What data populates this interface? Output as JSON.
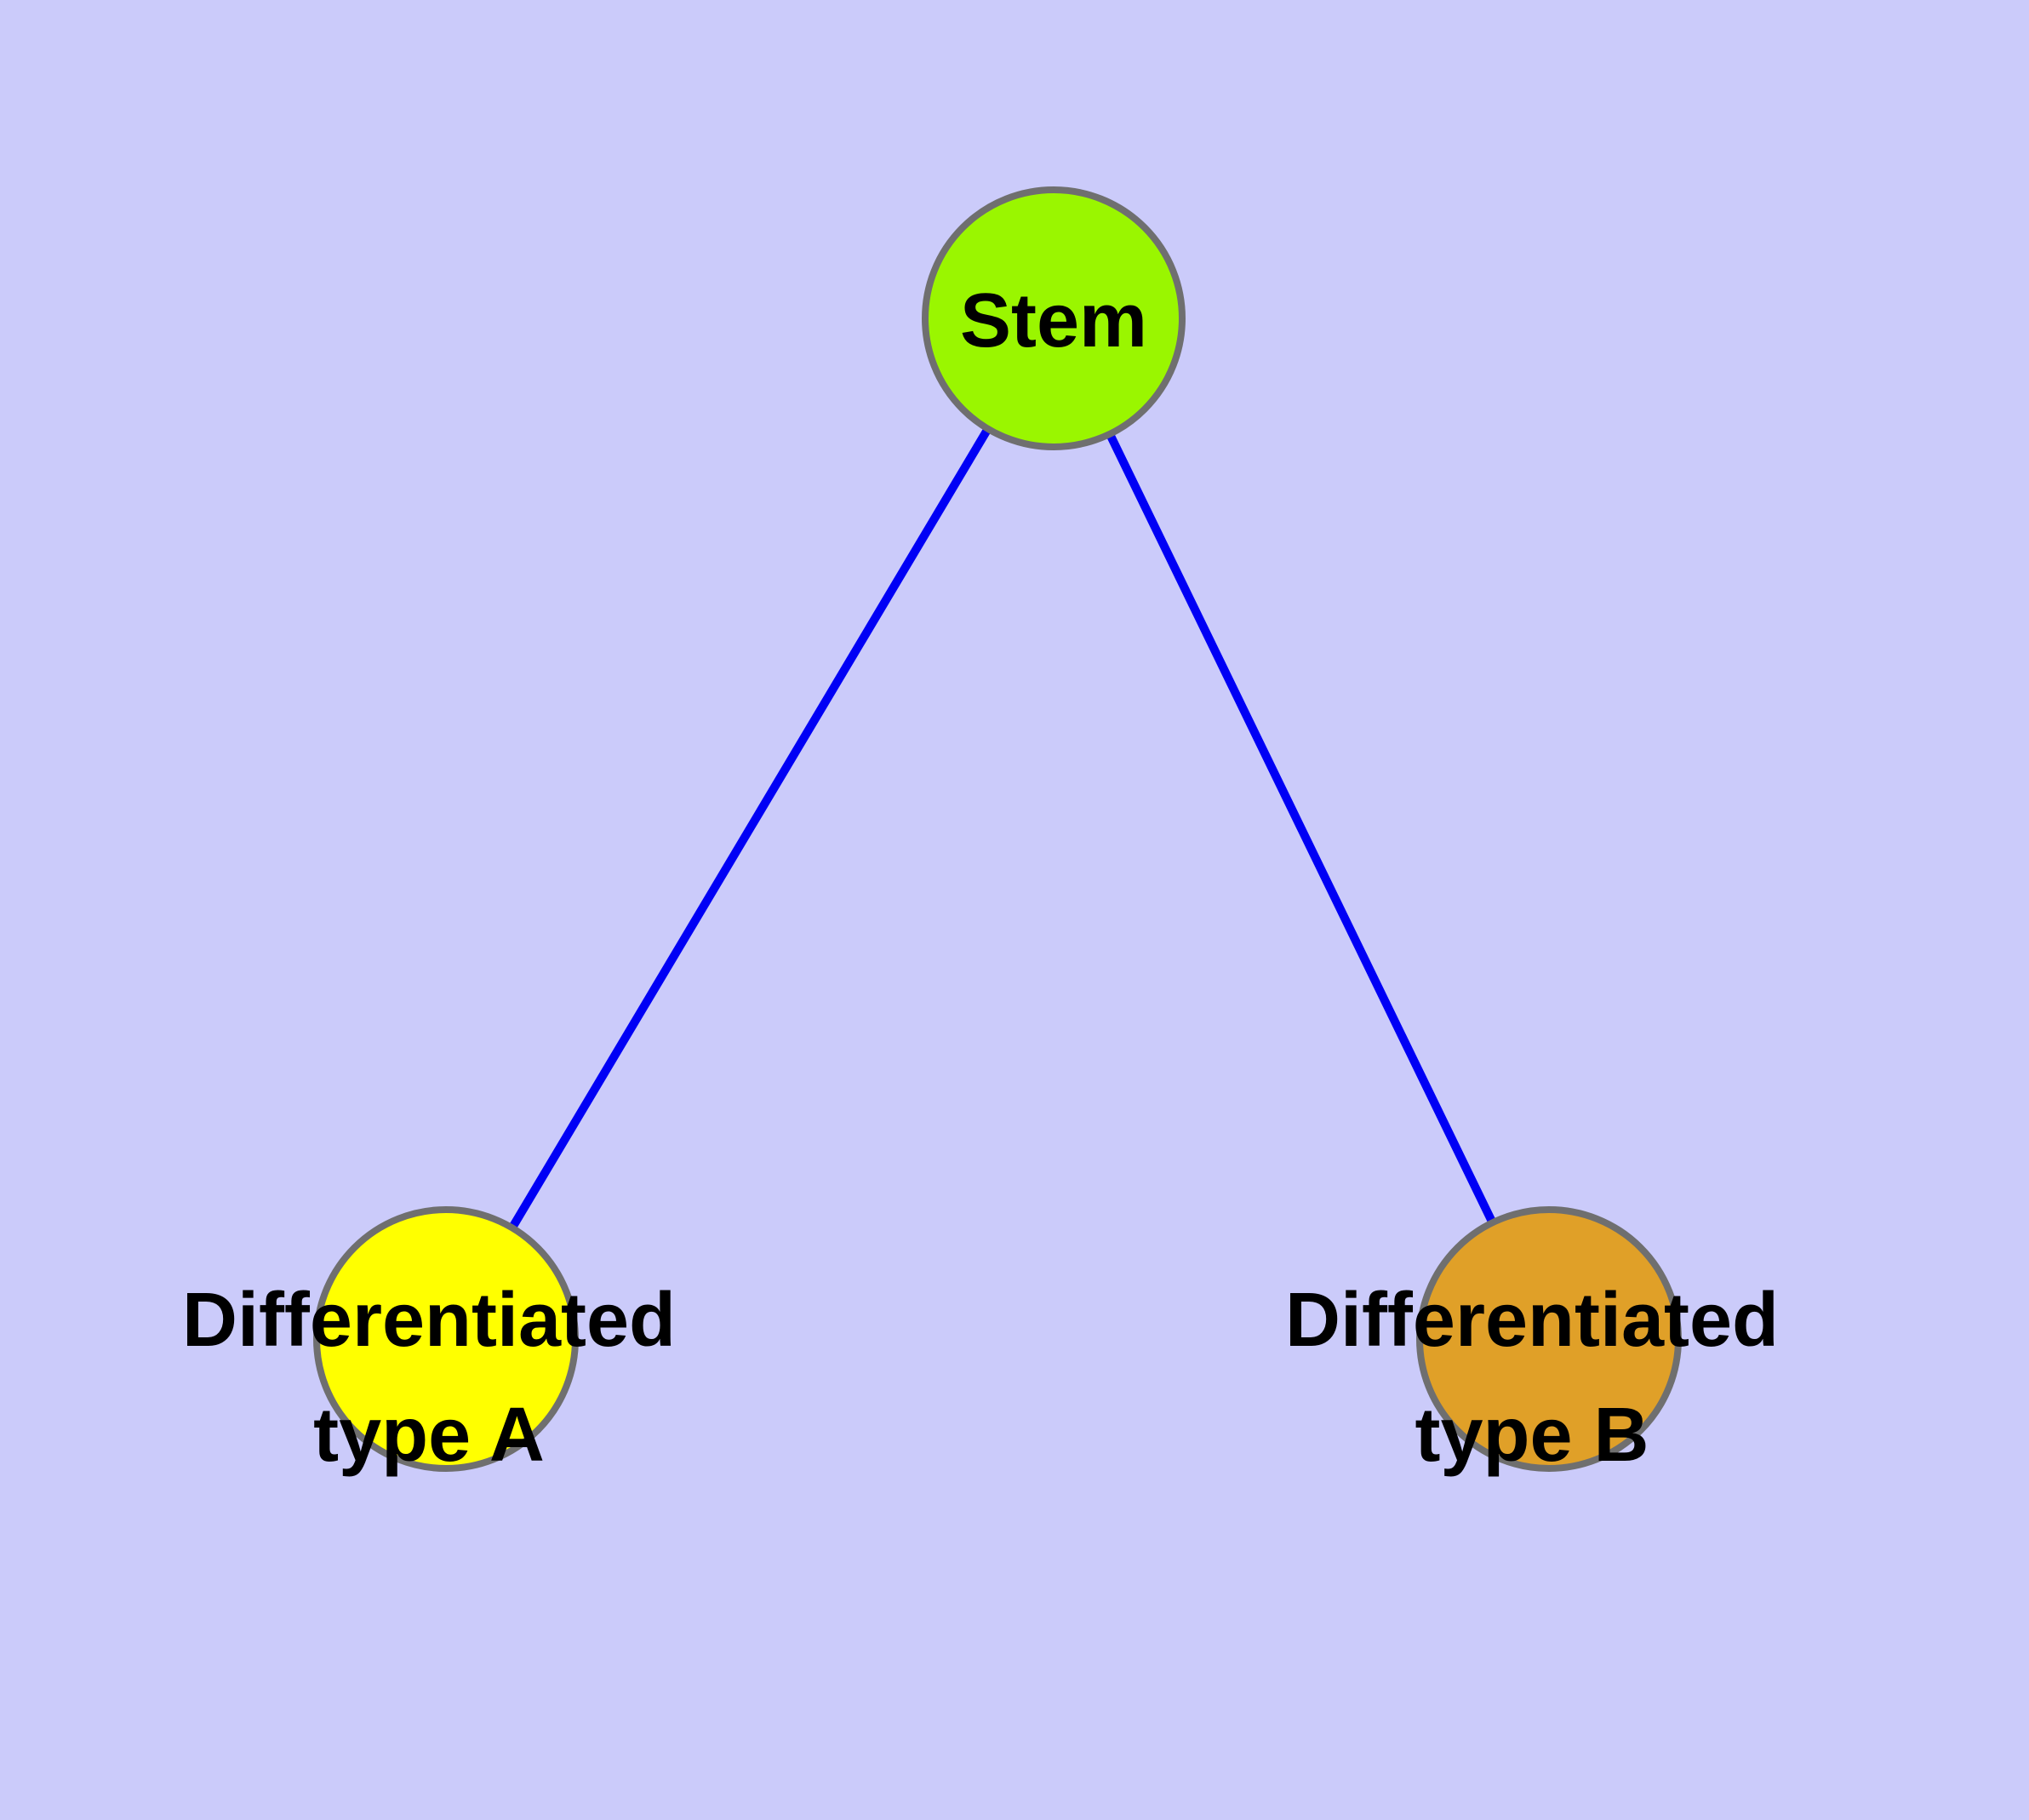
{
  "diagram": {
    "background_color": "#CBCBFA",
    "edge_color": "#0000F5",
    "node_border_color": "#6F6F6F",
    "label_color": "#000000",
    "nodes": [
      {
        "id": "stem",
        "label": "Stem",
        "lines": [
          "Stem"
        ],
        "fill_color": "#9AF600"
      },
      {
        "id": "differentiated-type-a",
        "label": "Differentiated type A",
        "lines": [
          "Differentiated",
          "type A"
        ],
        "fill_color": "#FFFF00"
      },
      {
        "id": "differentiated-type-b",
        "label": "Differentiated type B",
        "lines": [
          "Differentiated",
          "type B"
        ],
        "fill_color": "#E0A028"
      }
    ],
    "edges": [
      {
        "from": "Stem",
        "to": "Differentiated type A"
      },
      {
        "from": "Stem",
        "to": "Differentiated type B"
      }
    ]
  }
}
